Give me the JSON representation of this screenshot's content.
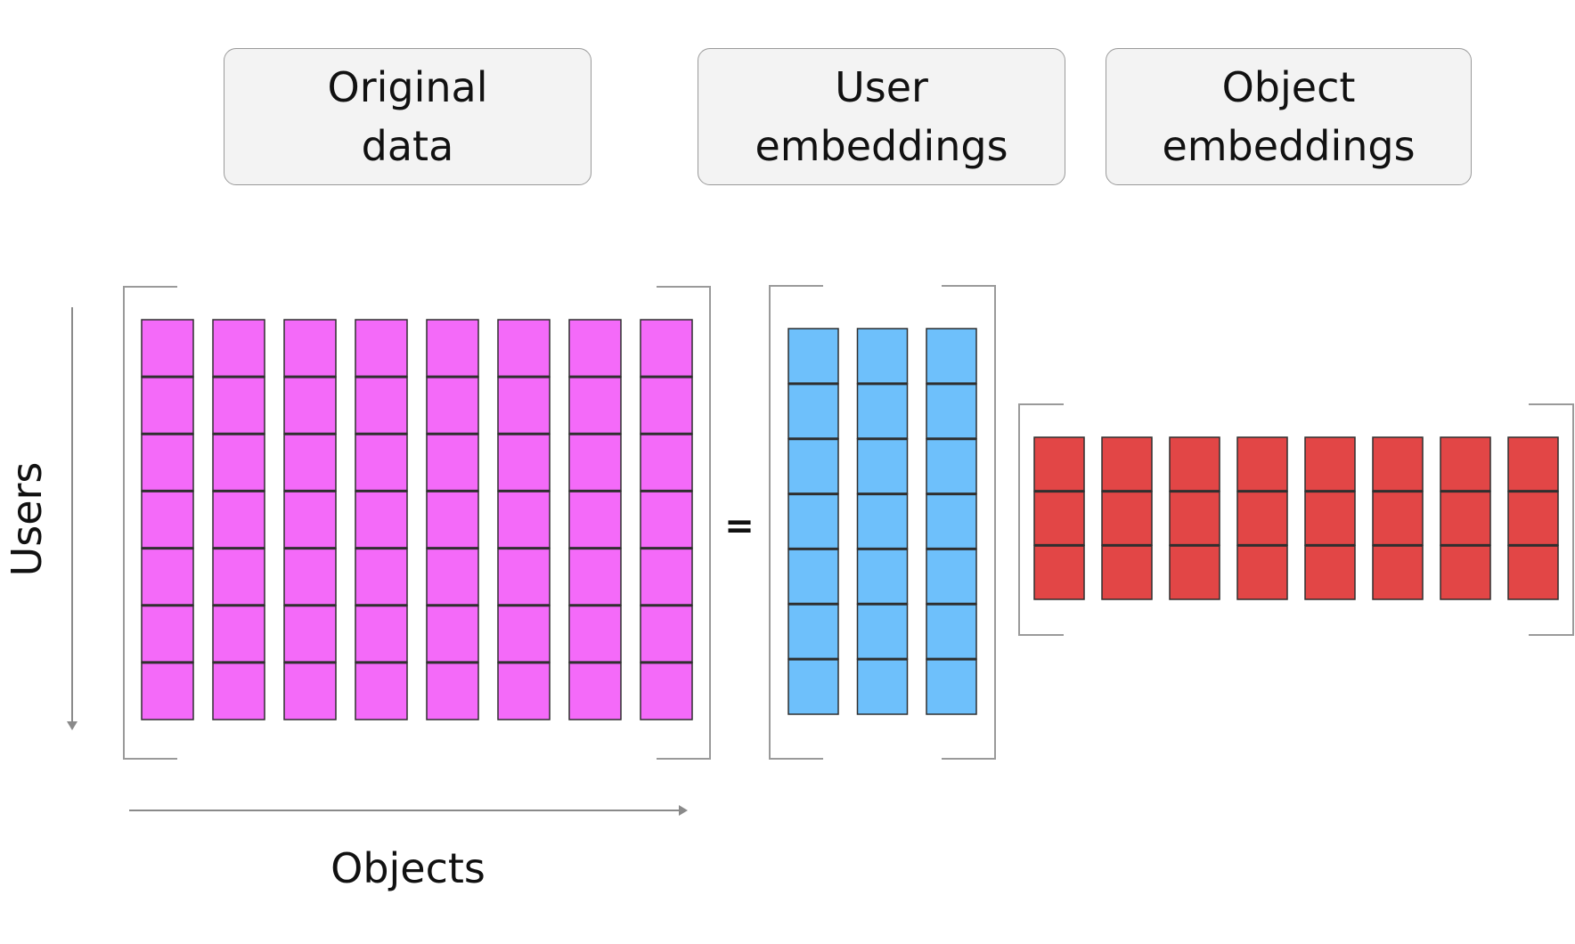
{
  "labels": {
    "original_data": [
      "Original",
      "data"
    ],
    "user_embeddings": [
      "User",
      "embeddings"
    ],
    "object_embeddings": [
      "Object",
      "embeddings"
    ],
    "users_axis": "Users",
    "objects_axis": "Objects",
    "equals": "="
  },
  "matrices": {
    "original": {
      "rows": 7,
      "cols": 8,
      "color": "#f46af9"
    },
    "user_embeddings": {
      "rows": 7,
      "cols": 3,
      "color": "#6ec0fb"
    },
    "object_embeddings": {
      "rows": 3,
      "cols": 8,
      "color": "#e24646"
    }
  },
  "colors": {
    "cell_border": "#2f2f2f",
    "bracket": "#9a9a9a",
    "arrow": "#8a8a8a"
  }
}
